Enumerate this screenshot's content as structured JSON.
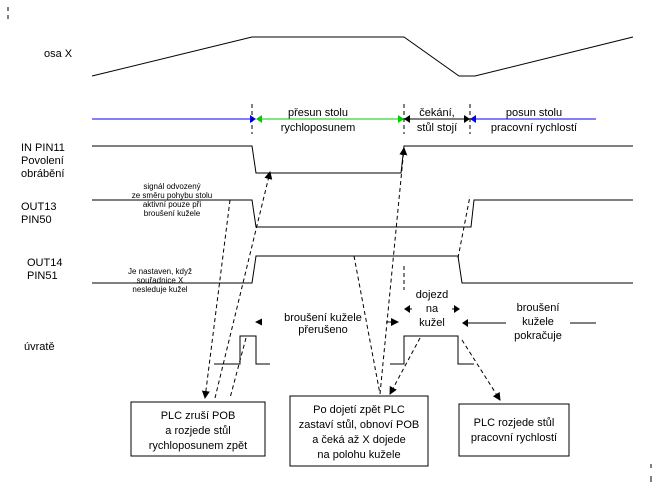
{
  "labels": {
    "osa_x": "osa X",
    "in_pin11": [
      "IN  PIN11",
      "Povolení",
      "obrábění"
    ],
    "out13": [
      "OUT13",
      "PIN50"
    ],
    "out14": [
      "OUT14",
      "PIN51"
    ],
    "uvrate": "úvratě"
  },
  "phases": {
    "presun": [
      "přesun stolu",
      "rychloposunem"
    ],
    "cekani": [
      "čekání,",
      "stůl stojí"
    ],
    "posun": [
      "posun stolu",
      "pracovní rychlostí"
    ]
  },
  "notes": {
    "signal": [
      "signál odvozený",
      "ze směru pohybu stolu",
      "aktivní pouze při",
      "broušení kužele"
    ],
    "nastaven": [
      "Je nastaven, když",
      "souřadnice X",
      "nesleduje kužel"
    ]
  },
  "intervals": {
    "brouseni_preruseno": [
      "broušení kužele",
      "přerušeno"
    ],
    "dojezd": [
      "dojezd",
      "na",
      "kužel"
    ],
    "brouseni_pokracuje": [
      "broušení",
      "kužele",
      "pokračuje"
    ]
  },
  "boxes": {
    "box1": [
      "PLC zruší POB",
      "a rozjede stůl",
      "rychloposunem zpět"
    ],
    "box2": [
      "Po dojetí zpět PLC",
      "zastaví stůl, obnoví POB",
      "a čeká až X dojede",
      "na polohu kužele"
    ],
    "box3": [
      "PLC rozjede stůl",
      "pracovní rychlostí"
    ]
  },
  "colors": {
    "phase_arrow_blue": "#0000ff",
    "phase_arrow_green": "#00cc00"
  }
}
